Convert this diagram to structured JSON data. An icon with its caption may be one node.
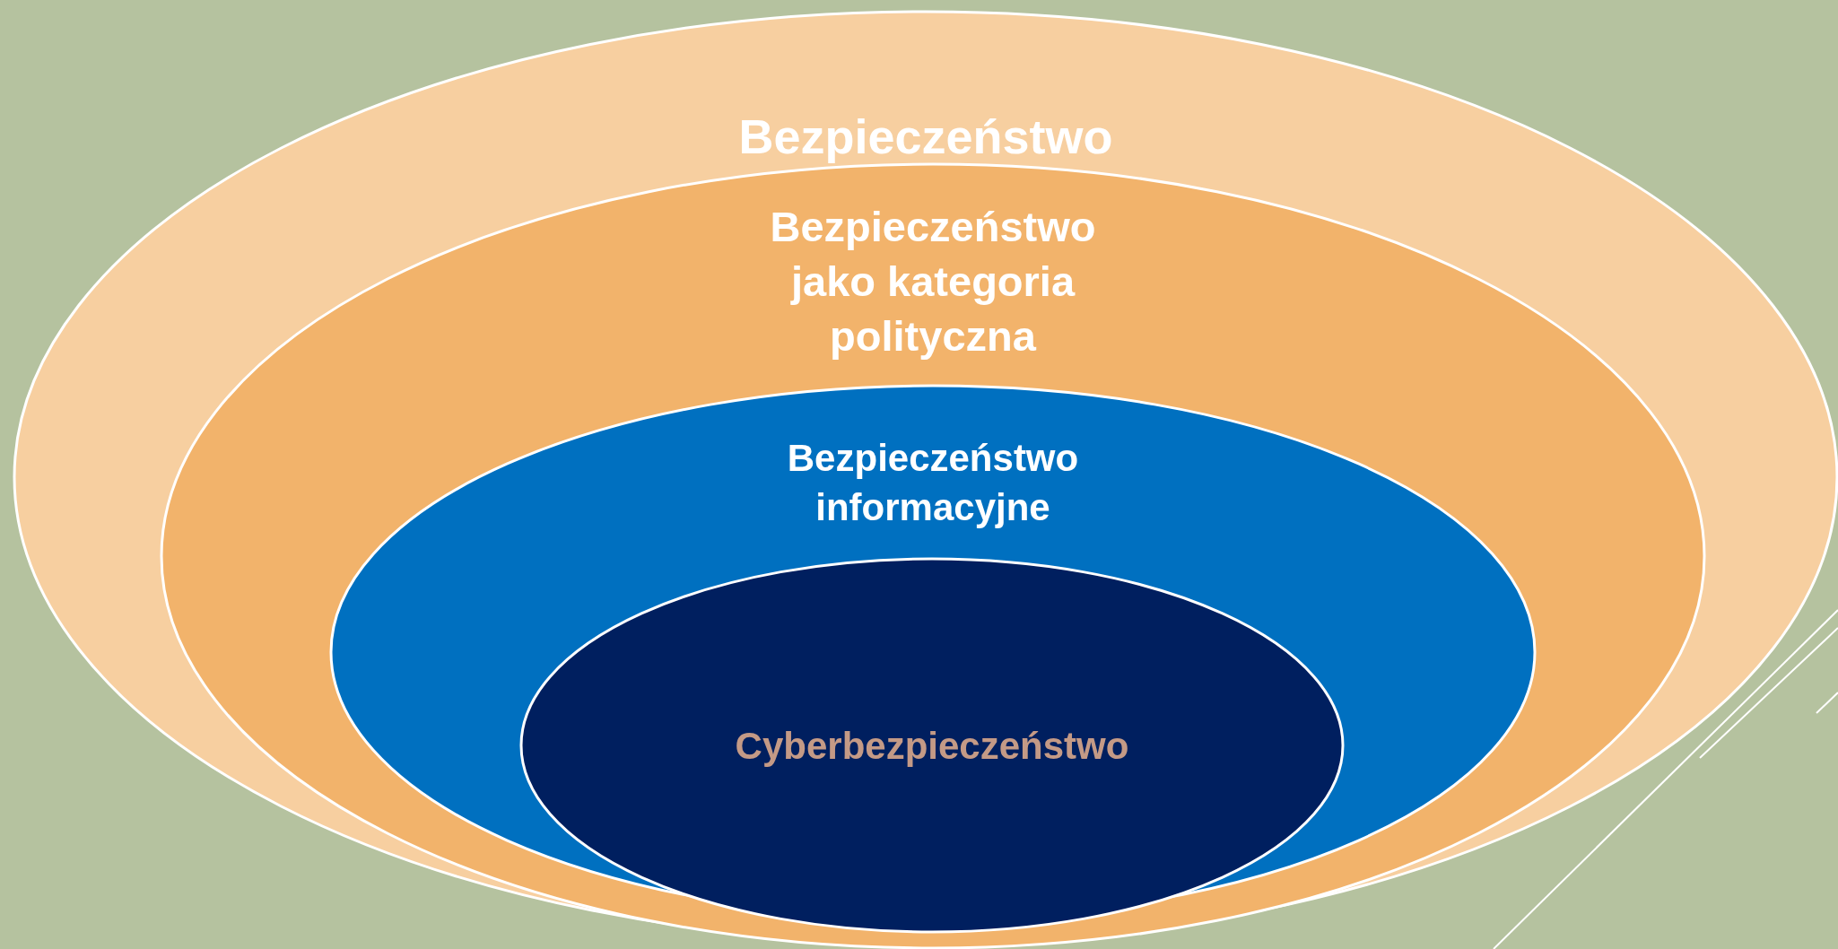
{
  "diagram": {
    "nodes": [
      {
        "text": [
          "Bezpieczeństwo"
        ]
      },
      {
        "text": [
          "Bezpieczeństwo jako kategoria polityczna"
        ],
        "in": 0
      },
      {
        "text": [
          "Bezpieczeństwo informacyjne"
        ],
        "in": 1
      },
      {
        "text": [
          "Cyberbezpieczeństwo"
        ],
        "in": 2
      }
    ]
  }
}
